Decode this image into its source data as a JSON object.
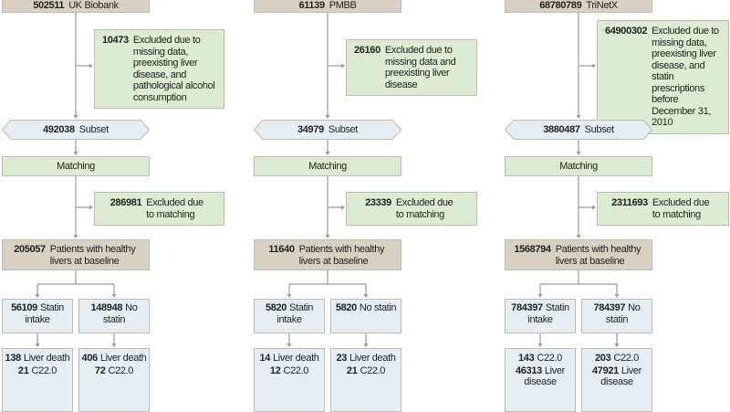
{
  "columns": [
    {
      "cohort": {
        "n": "502511",
        "label": "UK Biobank"
      },
      "exclusion1": {
        "n": "10473",
        "text": "Excluded due to missing data, preexisting liver disease, and pathological alcohol consumption"
      },
      "subset": {
        "n": "492038",
        "label": "Subset"
      },
      "matching": "Matching",
      "exclusion2": {
        "n": "286981",
        "text": "Excluded due to matching"
      },
      "baseline": {
        "n": "205057",
        "text": "Patients with healthy livers at baseline"
      },
      "arms": [
        {
          "n": "56109",
          "label": "Statin intake",
          "outcomes": [
            {
              "n": "138",
              "label": "Liver death"
            },
            {
              "n": "21",
              "label": "C22.0"
            }
          ]
        },
        {
          "n": "148948",
          "label": "No statin",
          "outcomes": [
            {
              "n": "406",
              "label": "Liver death"
            },
            {
              "n": "72",
              "label": "C22.0"
            }
          ]
        }
      ]
    },
    {
      "cohort": {
        "n": "61139",
        "label": "PMBB"
      },
      "exclusion1": {
        "n": "26160",
        "text": "Excluded due to missing data and preexisting liver disease"
      },
      "subset": {
        "n": "34979",
        "label": "Subset"
      },
      "matching": "Matching",
      "exclusion2": {
        "n": "23339",
        "text": "Excluded due to matching"
      },
      "baseline": {
        "n": "11640",
        "text": "Patients with healthy livers at baseline"
      },
      "arms": [
        {
          "n": "5820",
          "label": "Statin intake",
          "outcomes": [
            {
              "n": "14",
              "label": "Liver death"
            },
            {
              "n": "12",
              "label": "C22.0"
            }
          ]
        },
        {
          "n": "5820",
          "label": "No statin",
          "outcomes": [
            {
              "n": "23",
              "label": "Liver death"
            },
            {
              "n": "21",
              "label": "C22.0"
            }
          ]
        }
      ]
    },
    {
      "cohort": {
        "n": "68780789",
        "label": "TriNetX"
      },
      "exclusion1": {
        "n": "64900302",
        "text": "Excluded due to missing data, preexisting liver disease, and statin prescriptions before December 31, 2010"
      },
      "subset": {
        "n": "3880487",
        "label": "Subset"
      },
      "matching": "Matching",
      "exclusion2": {
        "n": "2311693",
        "text": "Excluded due to matching"
      },
      "baseline": {
        "n": "1568794",
        "text": "Patients with healthy livers at baseline"
      },
      "arms": [
        {
          "n": "784397",
          "label": "Statin intake",
          "outcomes": [
            {
              "n": "143",
              "label": "C22.0"
            },
            {
              "n": "46313",
              "label": "Liver disease"
            }
          ]
        },
        {
          "n": "784397",
          "label": "No statin",
          "outcomes": [
            {
              "n": "203",
              "label": "C22.0"
            },
            {
              "n": "47921",
              "label": "Liver disease"
            }
          ]
        }
      ]
    }
  ],
  "colors": {
    "cohort": "#d8d1c1",
    "exclusion": "#dcebd1",
    "subset": "#e7eef3",
    "connector": "#9a9a9a"
  }
}
